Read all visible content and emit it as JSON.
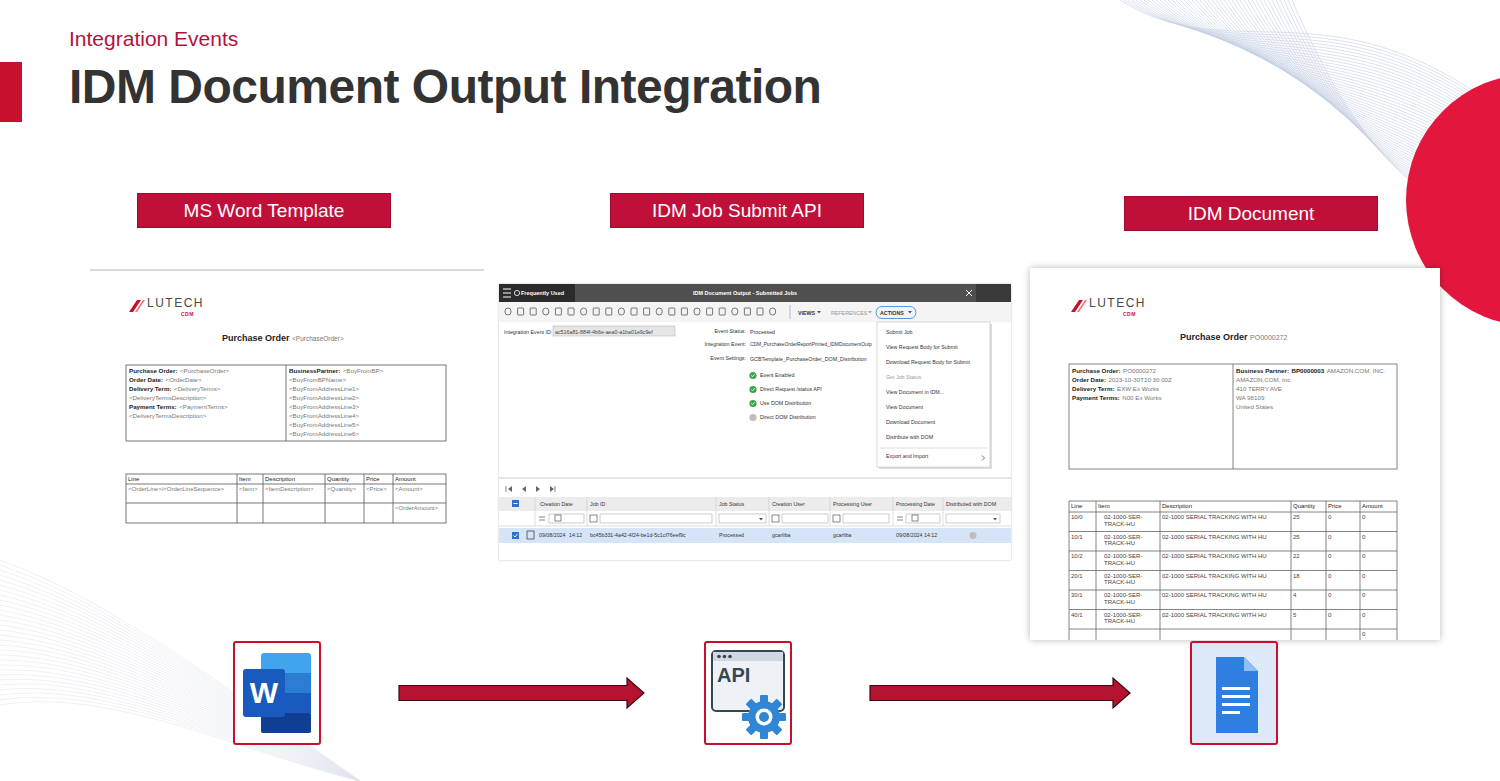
{
  "diagram": {
    "title": "IDM Document Output Integration",
    "nodes": [
      {
        "text": [
          "MS Word Template"
        ]
      },
      {
        "text": [
          "IDM Job Submit API"
        ]
      },
      {
        "text": [
          "IDM Document"
        ]
      },
      {
        "text": [
          "W"
        ]
      },
      {
        "text": [
          "API"
        ]
      },
      {
        "text": []
      }
    ],
    "edges": [
      {
        "from": 3,
        "to": 4,
        "arrow": "to"
      },
      {
        "from": 4,
        "to": 5,
        "arrow": "to"
      }
    ],
    "labels": [
      "Integration Events",
      "LUTECH",
      "CDM",
      "Purchase Order",
      "<PurchaseOrder>",
      "Purchase Order:",
      "<PurchaseOrder>",
      "Order Date:",
      "<OrderDate>",
      "Delivery Term:",
      "<DeliveryTerms>",
      "<DeliveryTermsDescription>",
      "Payment Terms:",
      "<PaymentTerms>",
      "<DeliveryTermsDescription>",
      "BusinessPartner:",
      "<BuyFromBP>",
      "<BuyFromBPName>",
      "<BuyFromAddressLine1>",
      "<BuyFromAddressLine2>",
      "<BuyFromAddressLine3>",
      "<BuyFromAddressLine4>",
      "<BuyFromAddressLine5>",
      "<BuyFromAddressLine6>",
      "Line",
      "Item",
      "Description",
      "Quantity",
      "Price",
      "Amount",
      "<OrderLine>/<OrderLineSequence>",
      "<Item>",
      "<ItemDescription>",
      "<Quantity>",
      "<Price>",
      "<Amount>",
      "<OrderAmount>",
      "Frequently Used",
      "IDM Document Output - Submitted Jobs",
      "VIEWS",
      "REFERENCES",
      "ACTIONS",
      "Integration Event ID:",
      "ac516a81-884f-4b6e-aea0-a1ba01e9c9ef",
      "Event Status:",
      "Processed",
      "Integration Event:",
      "CDM_PurchaseOrderReportPrinted_IDMDocumentOutp",
      "Event Settings:",
      "GCBTemplate_PurchaseOrder_DOM_Distribution",
      "Event Enabled",
      "Direct Request /status API",
      "Use DOM Distribution",
      "Direct DOM Distribution",
      "Submit Job",
      "View Request Body for Submit",
      "Download Request Body for Submit",
      "Get Job Status",
      "View Document in IDM...",
      "View Document",
      "Download Document",
      "Distribute with DOM",
      "Export and Import",
      "Creation Date",
      "Job ID",
      "Job Status",
      "Creation User",
      "Processing User",
      "Processing Date",
      "Distributed with DOM",
      "09/08/2024",
      "14:12",
      "bc45b331-4a42-4f24-be1d-5c1cf76eef9c",
      "Processed",
      "gcarliba",
      "gcarliba",
      "09/08/2024",
      "14:12",
      "LUTECH",
      "CDM",
      "Purchase Order",
      "PO0000272",
      "Purchase Order:",
      "PO0000272",
      "Order Date:",
      "2023-10-30T10:30:00Z",
      "Delivery Term:",
      "EXW Ex Works",
      "Payment Terms:",
      "N00 Ex Works",
      "Business Partner:",
      "BP0000003",
      "AMAZON.COM, INC.",
      "AMAZON.COM, Inc.",
      "410 TERRY AVE",
      "WA 98109",
      "United States",
      "Line",
      "Item",
      "Description",
      "Quantity",
      "Price",
      "Amount",
      "10/0",
      "02-1000-SER-TRACK-HU",
      "02-1000 SERIAL TRACKING WITH HU",
      "25",
      "0",
      "0",
      "10/1",
      "02-1000-SER-TRACK-HU",
      "02-1000 SERIAL TRACKING WITH HU",
      "25",
      "0",
      "0",
      "10/2",
      "02-1000-SER-TRACK-HU",
      "02-1000 SERIAL TRACKING WITH HU",
      "22",
      "0",
      "0",
      "20/1",
      "02-1000-SER-TRACK-HU",
      "02-1000 SERIAL TRACKING WITH HU",
      "18",
      "0",
      "0",
      "30/1",
      "02-1000-SER-TRACK-HU",
      "02-1000 SERIAL TRACKING WITH HU",
      "4",
      "0",
      "0",
      "40/1",
      "02-1000-SER-TRACK-HU",
      "02-1000 SERIAL TRACKING WITH HU",
      "5",
      "0",
      "0",
      "0"
    ]
  }
}
